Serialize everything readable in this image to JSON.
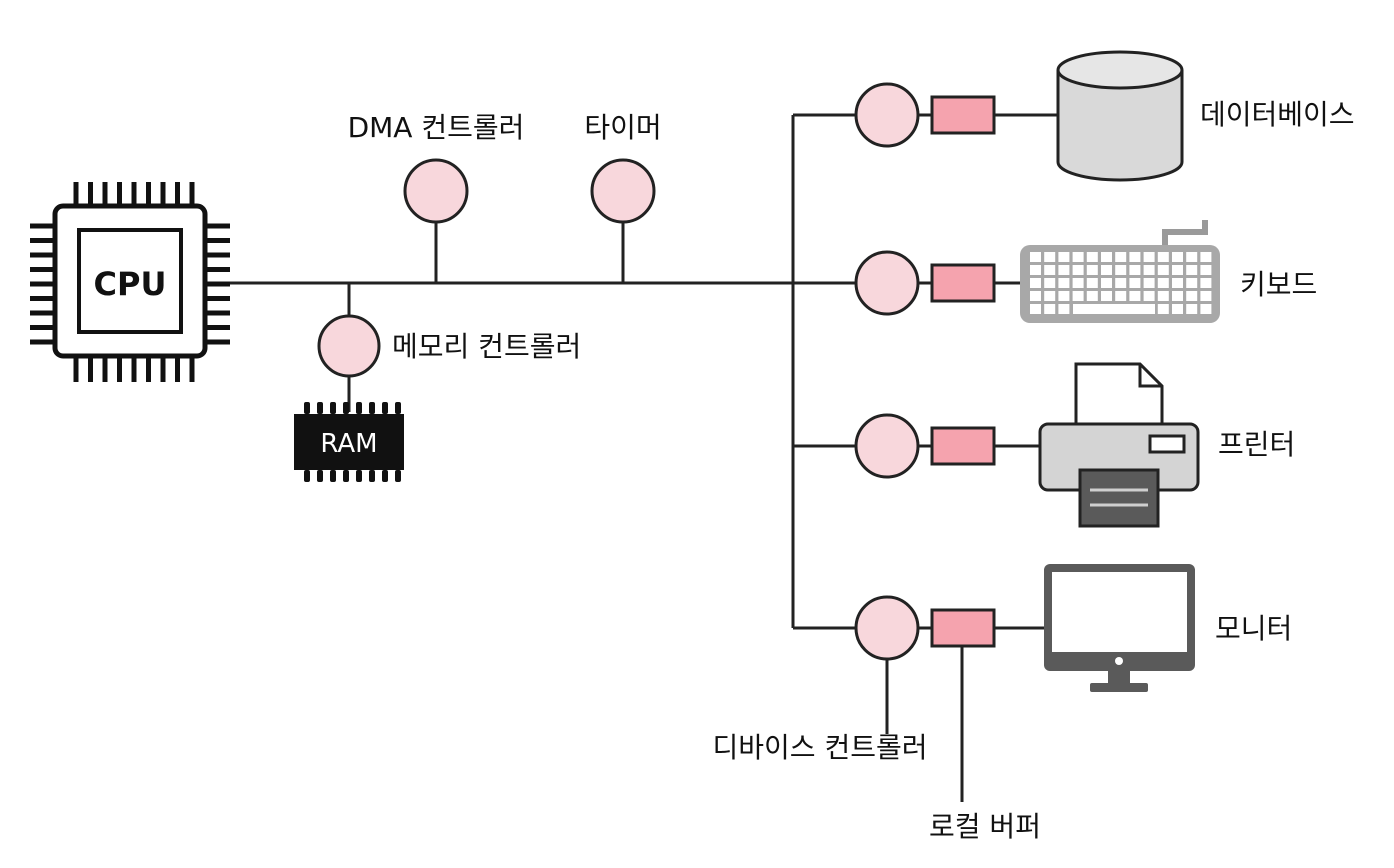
{
  "labels": {
    "cpu": "CPU",
    "ram": "RAM",
    "dma_controller": "DMA 컨트롤러",
    "timer": "타이머",
    "memory_controller": "메모리 컨트롤러",
    "database": "데이터베이스",
    "keyboard": "키보드",
    "printer": "프린터",
    "monitor": "모니터",
    "device_controller": "디바이스 컨트롤러",
    "local_buffer": "로컬 버퍼"
  },
  "icons": {
    "cpu": "cpu-chip-icon",
    "ram": "ram-chip-icon",
    "database": "database-cylinder-icon",
    "keyboard": "keyboard-icon",
    "printer": "printer-icon",
    "monitor": "monitor-icon"
  },
  "colors": {
    "controller_fill": "#f8d7dc",
    "buffer_fill": "#f5a3ae",
    "device_gray": "#d9d9d9",
    "dark_gray": "#5a5a5a",
    "line": "#222222"
  }
}
